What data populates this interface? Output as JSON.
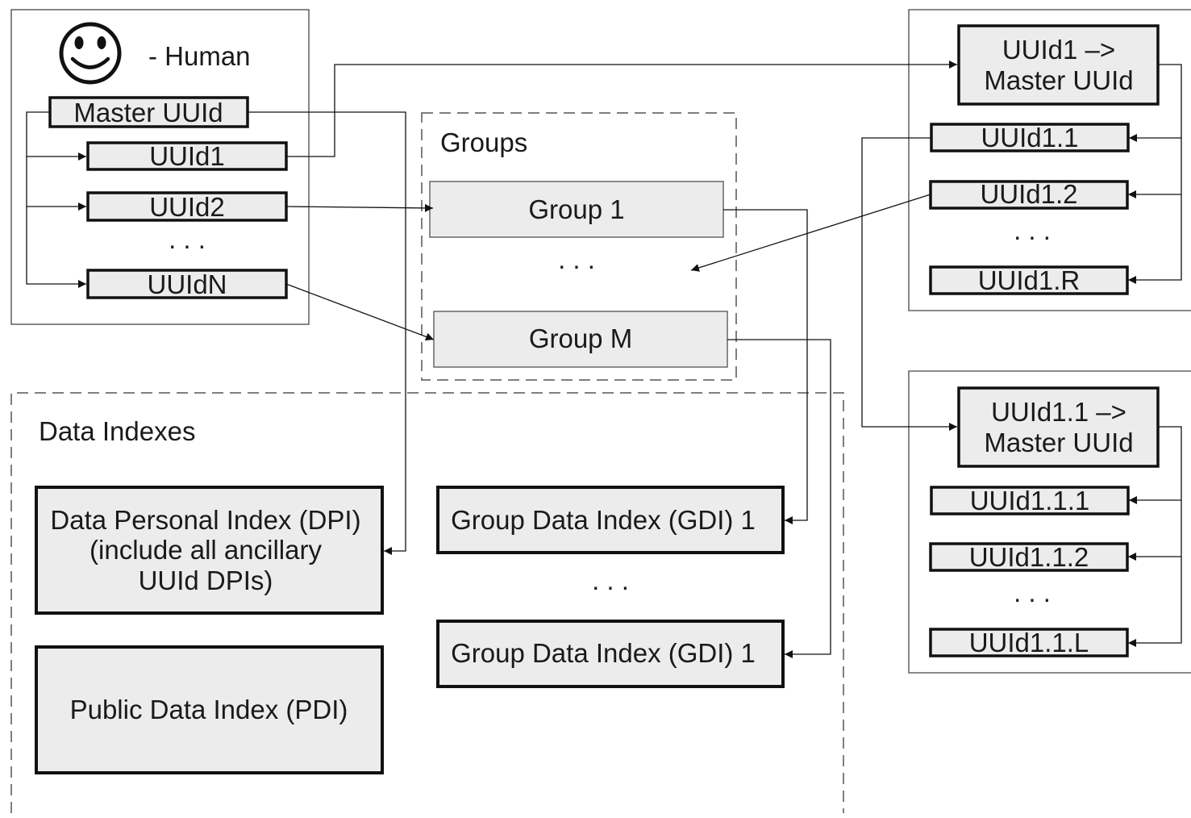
{
  "human": {
    "label": "- Human",
    "master": "Master UUId",
    "ids": [
      "UUId1",
      "UUId2",
      "UUIdN"
    ],
    "ellipsis": ". . ."
  },
  "groups": {
    "title": "Groups",
    "items": [
      "Group 1",
      "Group M"
    ],
    "ellipsis": ". . ."
  },
  "data_indexes": {
    "title": "Data Indexes",
    "dpi_lines": [
      "Data Personal Index (DPI)",
      "(include all ancillary",
      "UUId DPIs)"
    ],
    "pdi": "Public Data Index (PDI)",
    "gdi": [
      "Group Data Index (GDI) 1",
      "Group Data Index (GDI) 1"
    ],
    "ellipsis": ". . ."
  },
  "uuid1_panel": {
    "header_lines": [
      "UUId1 –>",
      "Master UUId"
    ],
    "ids": [
      "UUId1.1",
      "UUId1.2",
      "UUId1.R"
    ],
    "ellipsis": ". . ."
  },
  "uuid11_panel": {
    "header_lines": [
      "UUId1.1 –>",
      "Master UUId"
    ],
    "ids": [
      "UUId1.1.1",
      "UUId1.1.2",
      "UUId1.1.L"
    ],
    "ellipsis": ". . ."
  }
}
